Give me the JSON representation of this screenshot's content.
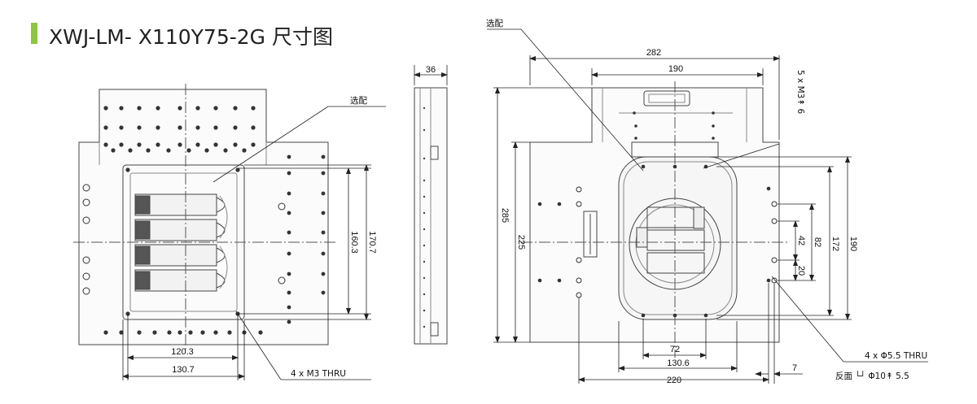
{
  "title": "XWJ-LM- X110Y75-2G 尺寸图",
  "accent_color": "#8dc63f",
  "front_view": {
    "callout_optional": "选配",
    "dim_inner_height": "160.3",
    "dim_outer_height": "170.7",
    "dim_hole_spacing_x": "120.3",
    "dim_outer_width": "130.7",
    "hole_note": "4 x  M3 THRU"
  },
  "side_view": {
    "dim_thickness": "36"
  },
  "top_view": {
    "callout_optional": "选配",
    "dim_total_width": "282",
    "dim_top_block_width": "190",
    "tapped_holes_note": "5 x  M3↟ 6",
    "dim_total_height": "285",
    "dim_body_height": "225",
    "dim_190_v": "190",
    "dim_172_v": "172",
    "dim_82_v": "82",
    "dim_42_v": "42",
    "dim_20_v": "20",
    "dim_72_h": "72",
    "dim_130_6_h": "130.6",
    "dim_220_h": "220",
    "dim_7_h": "7",
    "thru_note": "4 x  Φ5.5 THRU",
    "counterbore_note": "反面 └┘  Φ10↟ 5.5"
  }
}
